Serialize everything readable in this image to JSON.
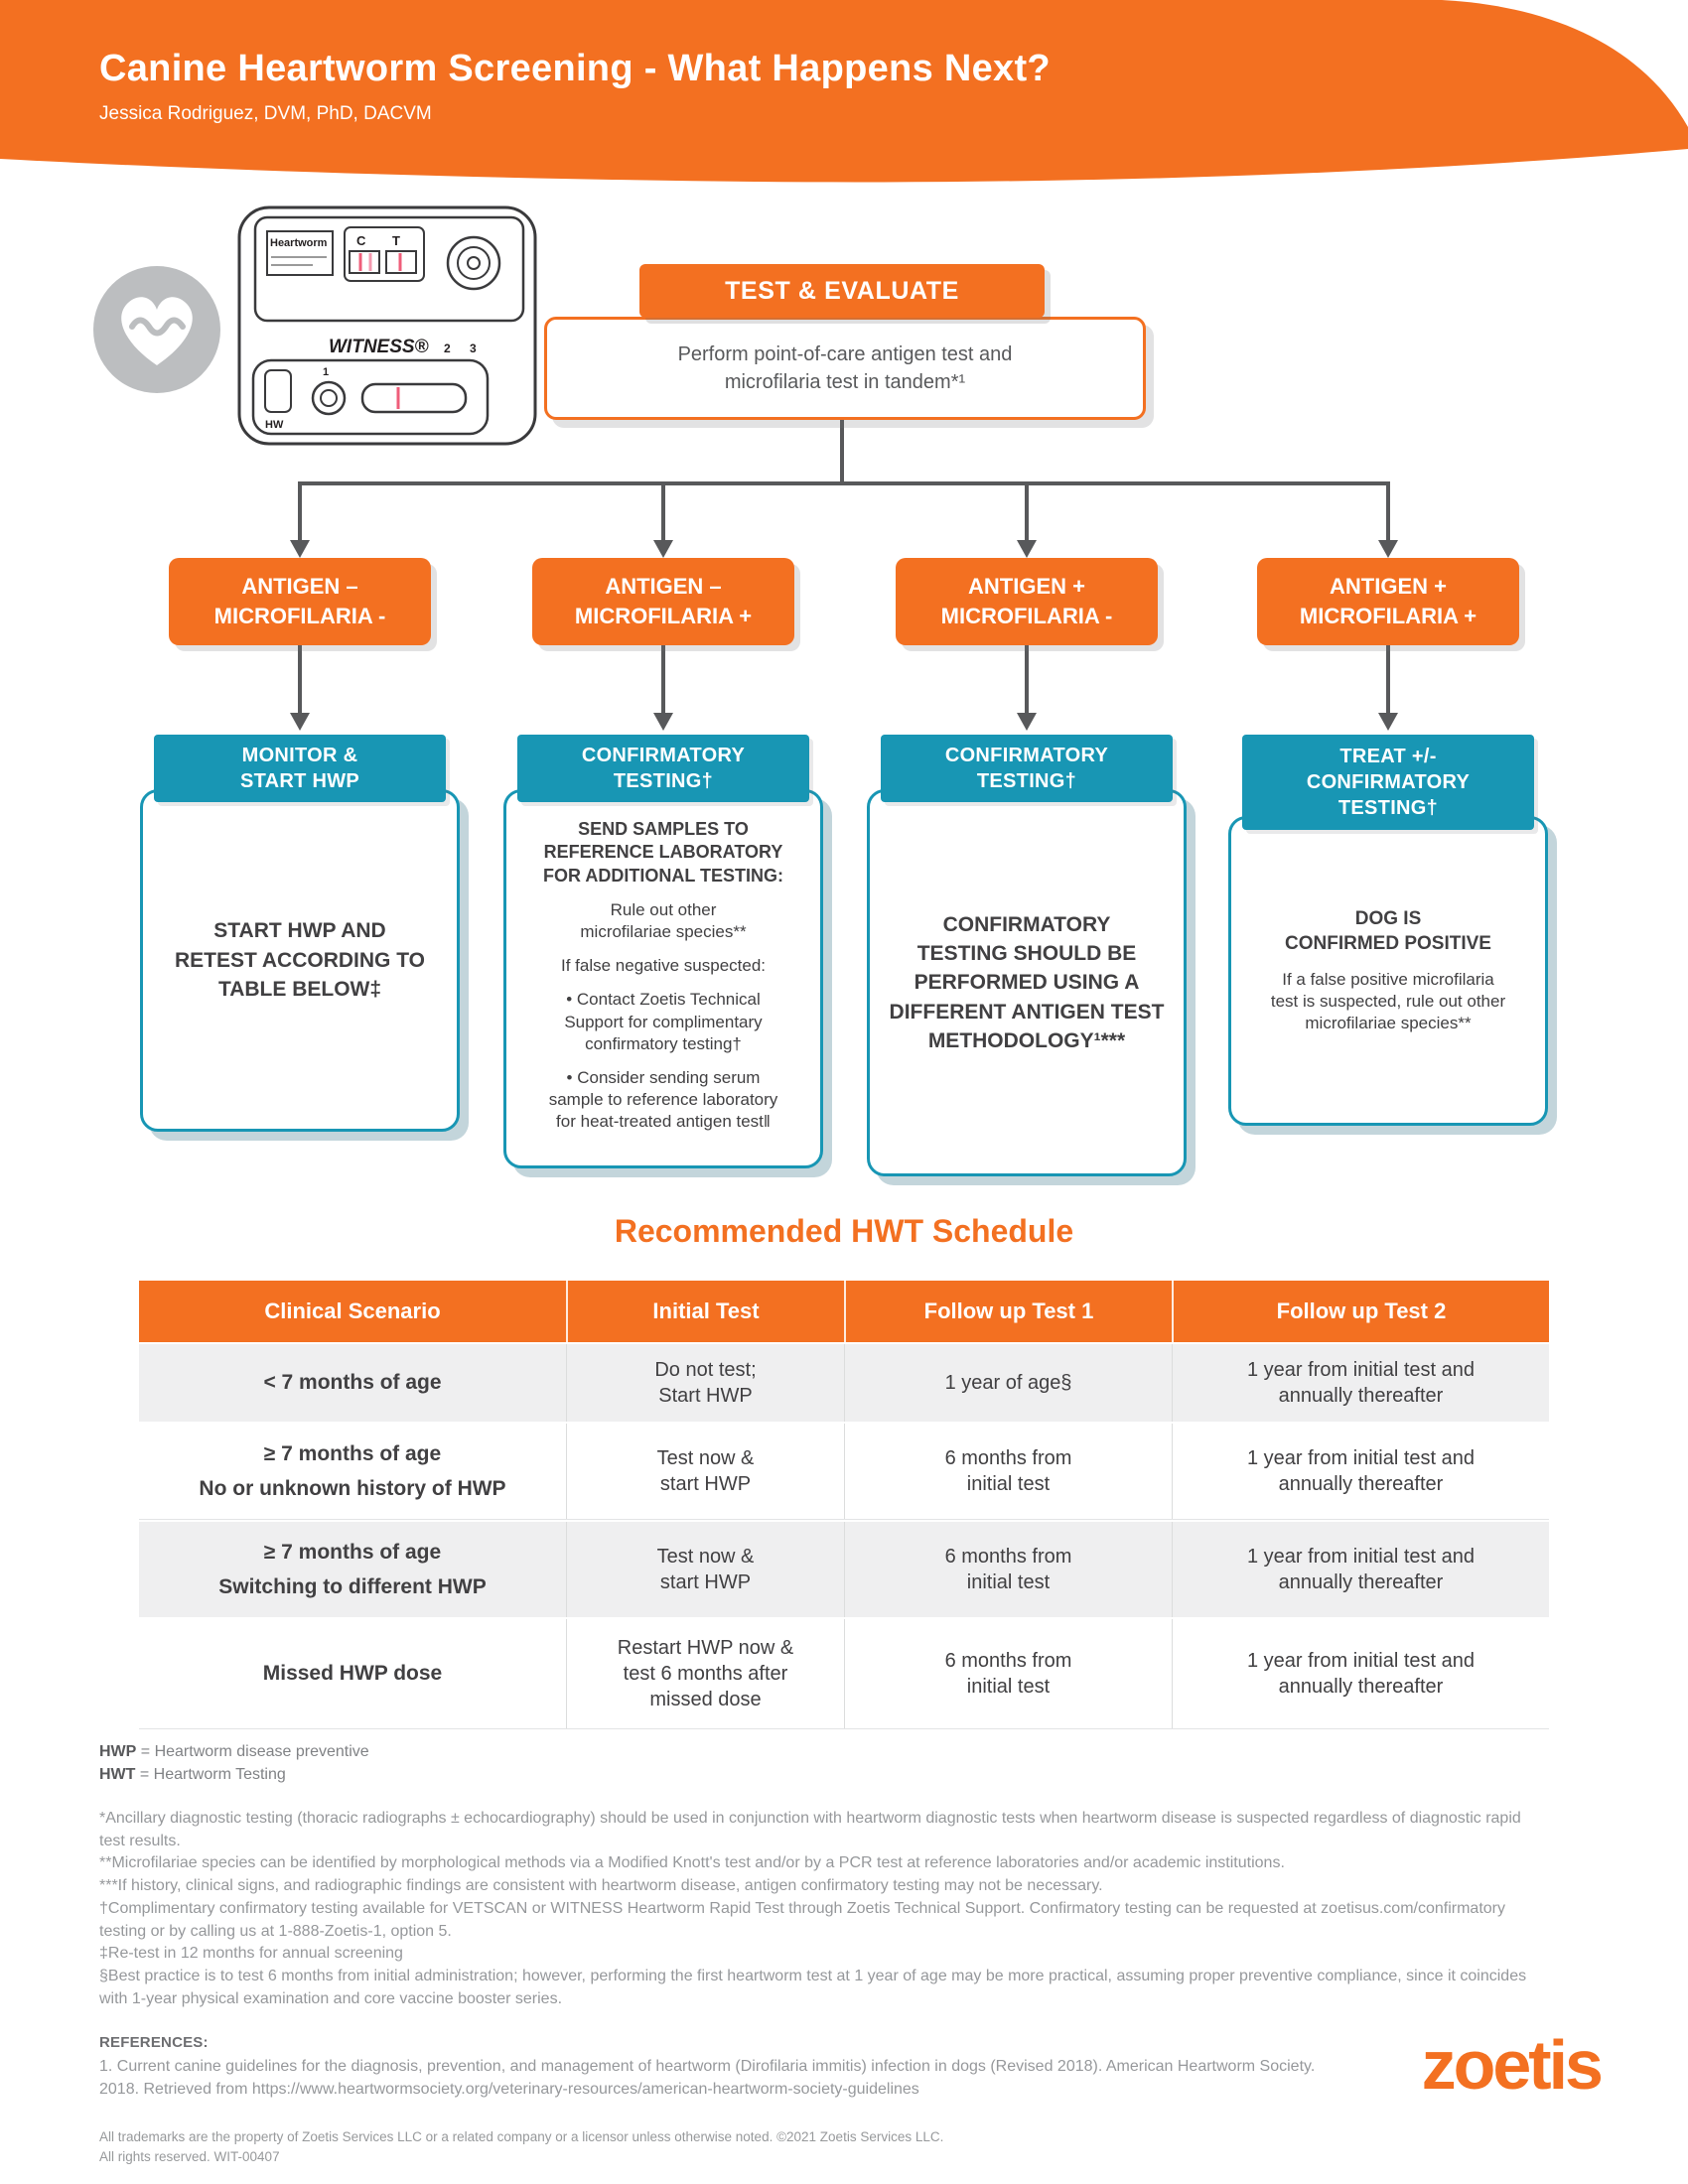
{
  "colors": {
    "orange": "#F37021",
    "teal": "#1896B4",
    "dark_text": "#414042",
    "footnote_gray": "#96989B",
    "row_gray": "#EFEFF0"
  },
  "header": {
    "title": "Canine Heartworm Screening - What Happens Next?",
    "author": "Jessica Rodriguez, DVM, PhD, DACVM"
  },
  "device": {
    "brand": "WITNESS®",
    "label": "Heartworm",
    "hw": "HW",
    "c": "C",
    "t": "T",
    "n1": "1",
    "n2": "2",
    "n3": "3"
  },
  "flow": {
    "evaluate_label": "TEST & EVALUATE",
    "evaluate_body": "Perform point-of-care antigen test and\nmicrofilaria test in tandem*¹",
    "branches": [
      {
        "result": "ANTIGEN –\nMICROFILARIA -",
        "header": "MONITOR &\nSTART HWP",
        "main": "START HWP AND\nRETEST ACCORDING TO\nTABLE BELOW‡"
      },
      {
        "result": "ANTIGEN –\nMICROFILARIA +",
        "header": "CONFIRMATORY\nTESTING†",
        "heading": "SEND SAMPLES TO\nREFERENCE LABORATORY\nFOR ADDITIONAL TESTING:",
        "p1": "Rule out other\nmicrofilariae species**",
        "p2": "If false negative suspected:",
        "b1": "• Contact Zoetis Technical\nSupport for complimentary\nconfirmatory testing†",
        "b2": "• Consider sending serum\nsample to reference laboratory\nfor heat-treated antigen test‖"
      },
      {
        "result": "ANTIGEN +\nMICROFILARIA -",
        "header": "CONFIRMATORY\nTESTING†",
        "main": "CONFIRMATORY\nTESTING SHOULD BE\nPERFORMED USING A\nDIFFERENT ANTIGEN TEST\nMETHODOLOGY¹***"
      },
      {
        "result": "ANTIGEN +\nMICROFILARIA +",
        "header": "TREAT +/-\nCONFIRMATORY\nTESTING†",
        "heading": "DOG IS\nCONFIRMED POSITIVE",
        "p1": "If a false positive microfilaria\ntest is suspected, rule out other\nmicrofilariae species**"
      }
    ]
  },
  "schedule": {
    "title": "Recommended HWT Schedule",
    "columns": [
      "Clinical Scenario",
      "Initial Test",
      "Follow up Test 1",
      "Follow up Test 2"
    ],
    "rows": [
      {
        "scenario": "< 7 months of age",
        "scenario2": "",
        "initial": "Do not test;\nStart HWP",
        "followup1": "1 year of age§",
        "followup2": "1 year from initial test and\nannually thereafter"
      },
      {
        "scenario": "≥ 7 months of age",
        "scenario2": "No or unknown history of HWP",
        "initial": "Test now &\nstart HWP",
        "followup1": "6 months from\ninitial test",
        "followup2": "1 year from initial test and\nannually thereafter"
      },
      {
        "scenario": "≥ 7 months of age",
        "scenario2": "Switching to different HWP",
        "initial": "Test now &\nstart HWP",
        "followup1": "6 months from\ninitial test",
        "followup2": "1 year from initial test and\nannually thereafter"
      },
      {
        "scenario": "Missed HWP dose",
        "scenario2": "",
        "initial": "Restart HWP now &\ntest 6 months after\nmissed dose",
        "followup1": "6 months from\ninitial test",
        "followup2": "1 year from initial test and\nannually thereafter"
      }
    ]
  },
  "defs": [
    {
      "term": "HWP",
      "text": " = Heartworm disease preventive"
    },
    {
      "term": "HWT",
      "text": " = Heartworm Testing"
    }
  ],
  "footnotes": [
    "*Ancillary diagnostic testing (thoracic radiographs ± echocardiography) should be used in conjunction with heartworm diagnostic tests when heartworm disease is suspected regardless of diagnostic rapid test results.",
    "**Microfilariae species can be identified by morphological methods via a Modified Knott's test and/or by a PCR test at reference laboratories and/or academic institutions.",
    "***If history, clinical signs, and radiographic findings are consistent with heartworm disease, antigen confirmatory testing may not be necessary.",
    "†Complimentary confirmatory testing available for VETSCAN or WITNESS Heartworm Rapid Test through Zoetis Technical Support. Confirmatory testing can be requested at zoetisus.com/confirmatory testing or by calling us at 1-888-Zoetis-1, option 5.",
    "‡Re-test in 12 months for annual screening",
    "§Best practice is to test 6 months from initial administration; however, performing the first heartworm test at 1 year of age may be more practical, assuming proper preventive compliance, since it coincides with 1-year physical examination and core vaccine booster series."
  ],
  "references": {
    "heading": "REFERENCES:",
    "items": [
      "1. Current canine guidelines for the diagnosis, prevention, and management of heartworm (Dirofilaria immitis) infection in dogs (Revised 2018). American Heartworm Society. 2018. Retrieved from https://www.heartwormsociety.org/veterinary-resources/american-heartworm-society-guidelines"
    ]
  },
  "footer": {
    "legal1": "All trademarks are the property of Zoetis Services LLC or a related company or a licensor unless otherwise noted. ©2021 Zoetis Services LLC.",
    "legal2": "All rights reserved. WIT-00407",
    "logo": "zoetis"
  }
}
